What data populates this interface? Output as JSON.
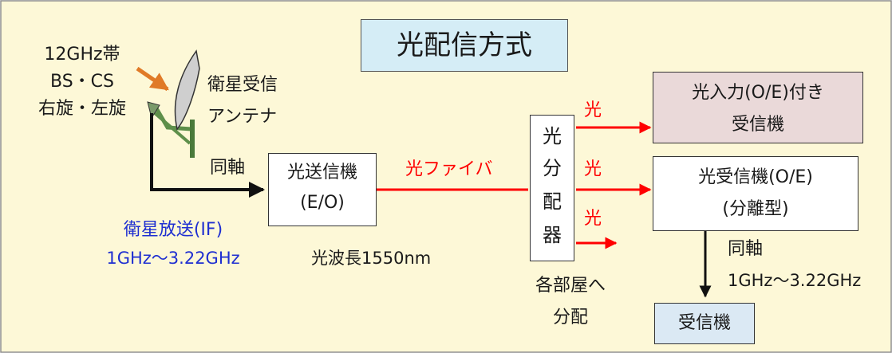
{
  "title": "光配信方式",
  "input_signal": {
    "band": "12GHz帯",
    "service": "BS・CS",
    "polarization": "右旋・左旋"
  },
  "antenna": {
    "label_line1": "衛星受信",
    "label_line2": "アンテナ"
  },
  "coax_label": "同軸",
  "transmitter": {
    "line1": "光送信機",
    "line2": "(E/O)"
  },
  "fiber_label": "光ファイバ",
  "wavelength": "光波長1550nm",
  "broadcast": {
    "line1": "衛星放送(IF)",
    "line2": "1GHz～3.22GHz"
  },
  "splitter": {
    "chars": [
      "光",
      "分",
      "配",
      "器"
    ],
    "note_line1": "各部屋へ",
    "note_line2": "分配"
  },
  "outputs": {
    "optical_label_1": "光",
    "optical_label_2": "光",
    "optical_label_3": "光"
  },
  "receiver_oe": {
    "line1": "光入力(O/E)付き",
    "line2": "受信機"
  },
  "receiver_sep": {
    "line1": "光受信機(O/E)",
    "line2": "(分離型)"
  },
  "output_coax": {
    "label": "同軸",
    "freq": "1GHz～3.22GHz"
  },
  "final_receiver": "受信機",
  "colors": {
    "background": "#fdf8d7",
    "title_box": "#d5edf6",
    "optical_red": "#ff0000",
    "blue_text": "#1f2fd1",
    "arrow_orange": "#e07a27",
    "pink_box": "#ead9d9",
    "final_box": "#dbe9f4",
    "antenna_gray": "#cdcdcd",
    "mount_green": "#5e8f4a"
  }
}
